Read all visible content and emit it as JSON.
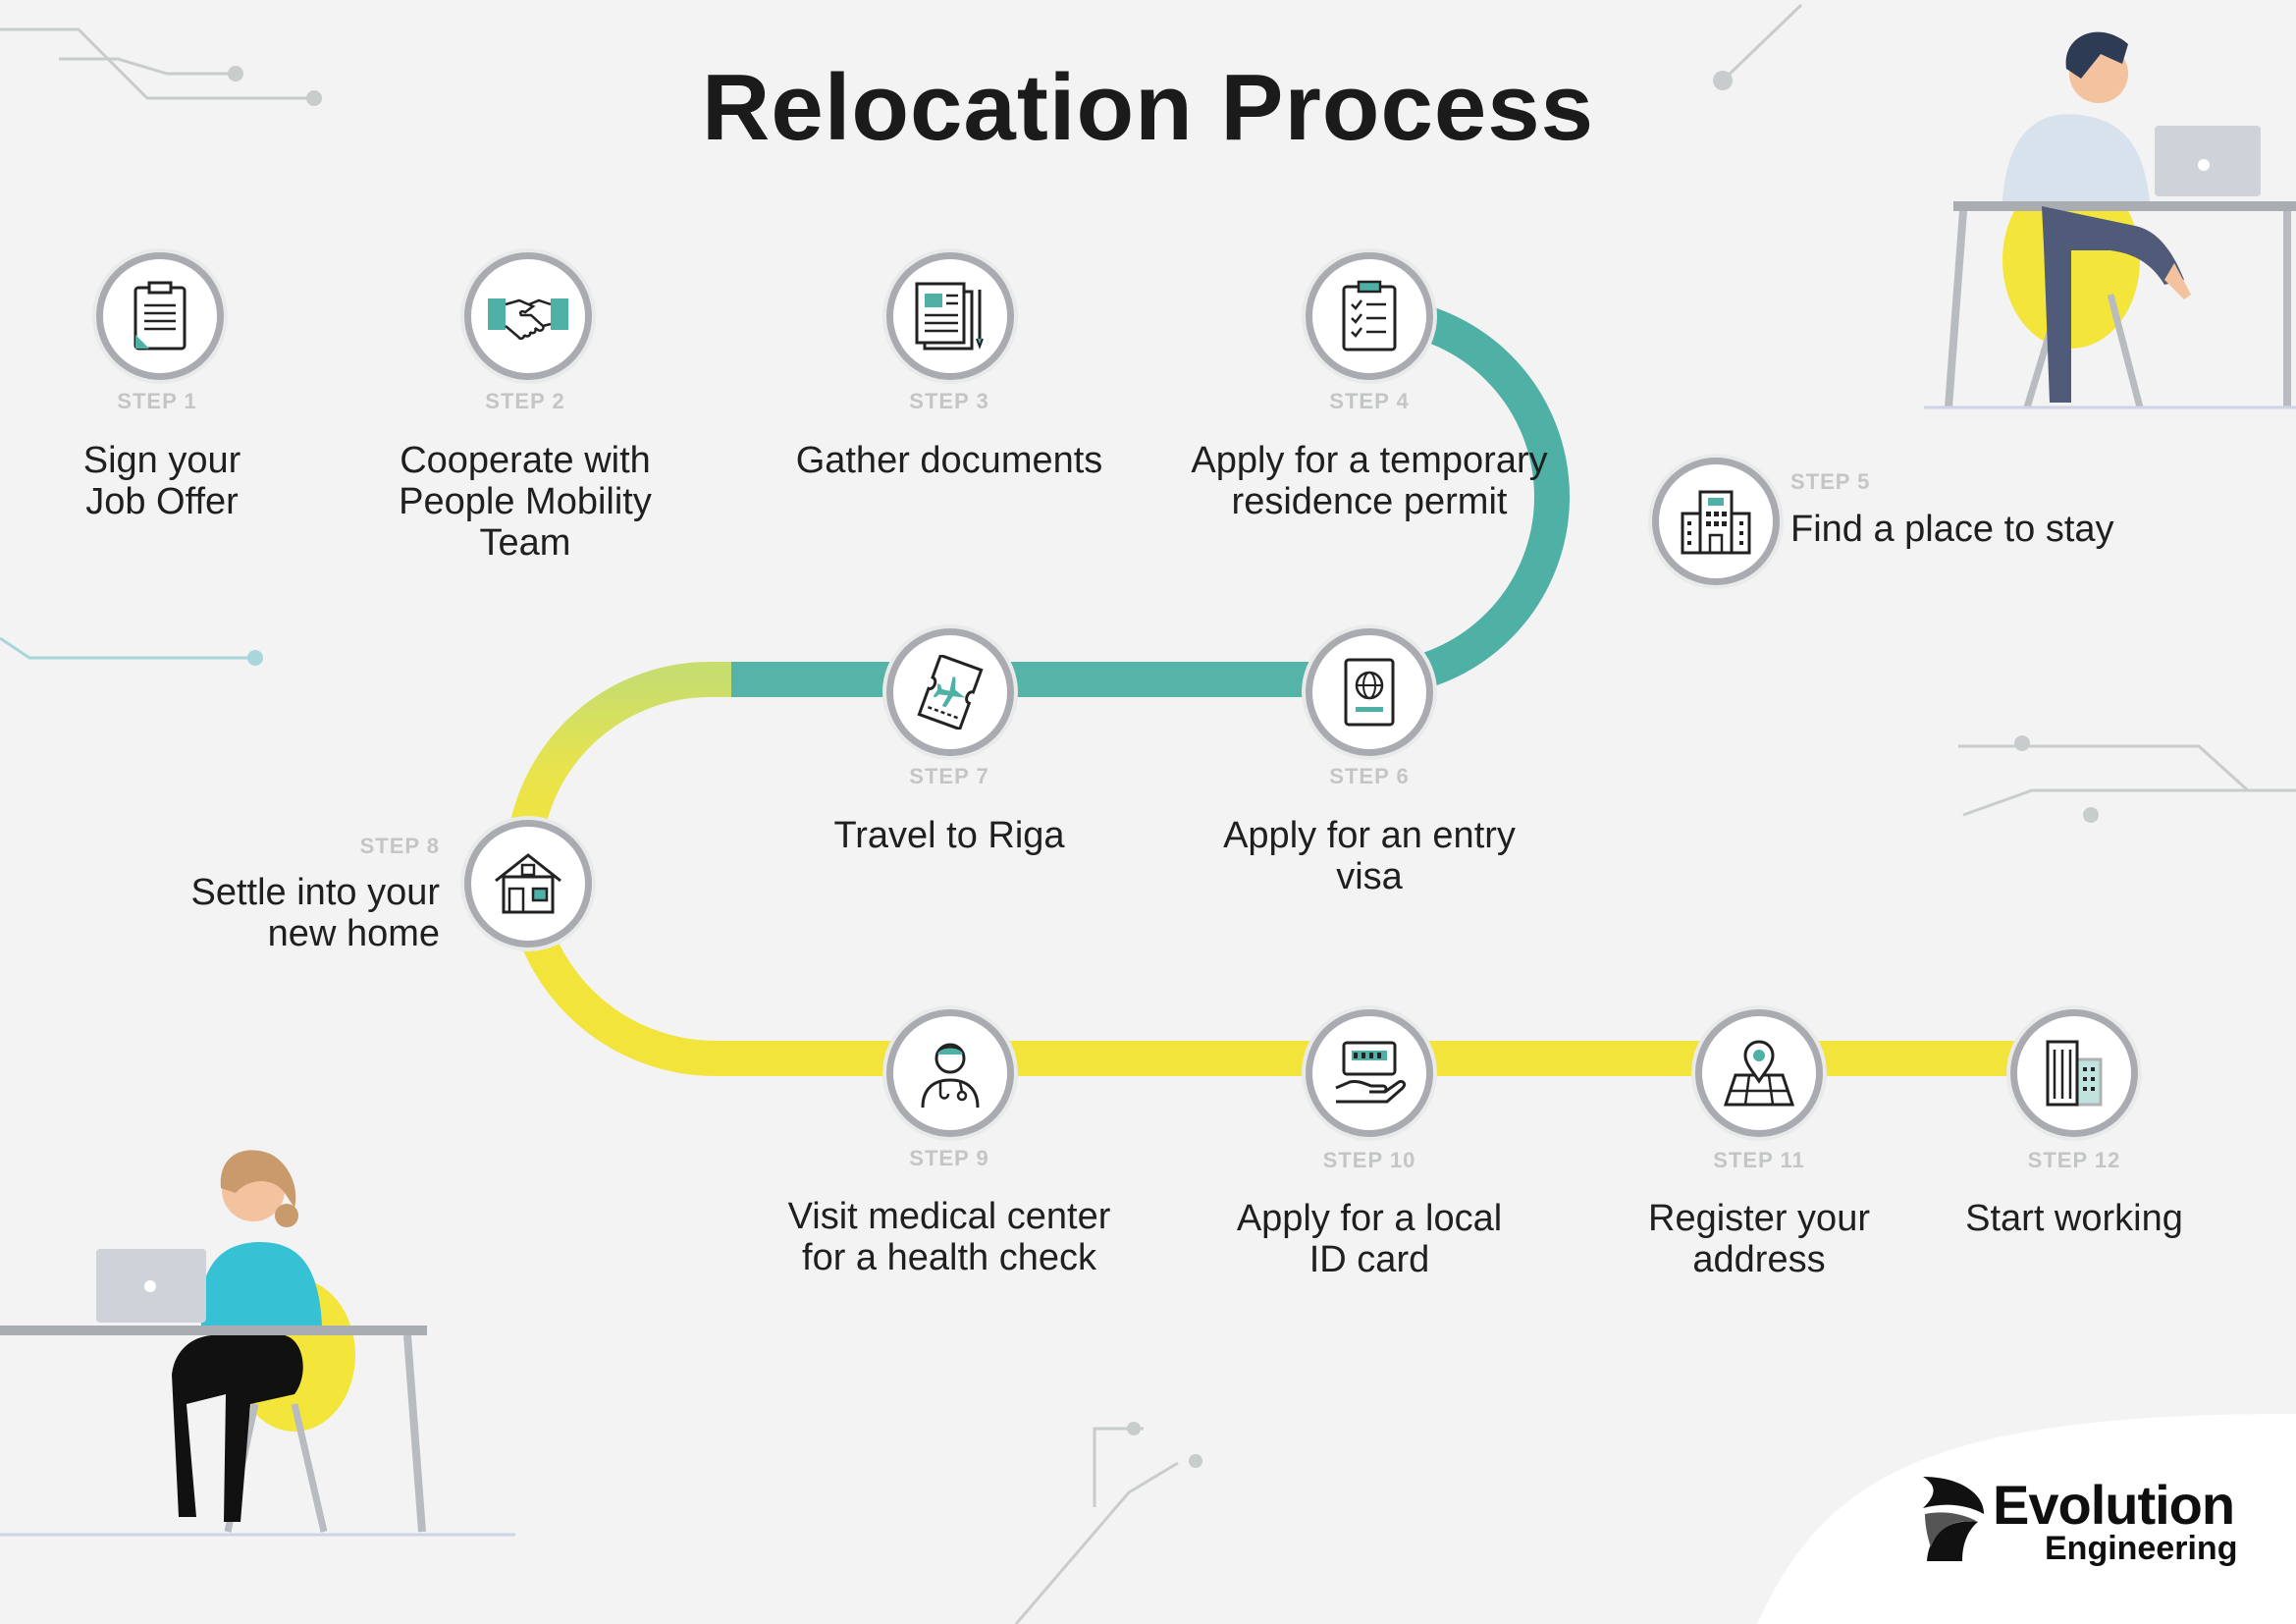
{
  "title": "Relocation Process",
  "colors": {
    "path_teal": "#4fb0a6",
    "path_light_teal": "#93d2d8",
    "path_yellow": "#f2e43a",
    "circle_border": "#a9abb0",
    "background": "#f2f3f2"
  },
  "steps": [
    {
      "label": "STEP 1",
      "text": "Sign your\nJob Offer",
      "icon": "clipboard-icon"
    },
    {
      "label": "STEP 2",
      "text": "Cooperate with\nPeople Mobility\nTeam",
      "icon": "handshake-icon"
    },
    {
      "label": "STEP 3",
      "text": "Gather documents",
      "icon": "documents-icon"
    },
    {
      "label": "STEP 4",
      "text": "Apply for a temporary\nresidence permit",
      "icon": "checklist-icon"
    },
    {
      "label": "STEP 5",
      "text": "Find a place to stay",
      "icon": "building-icon"
    },
    {
      "label": "STEP 6",
      "text": "Apply for an entry\nvisa",
      "icon": "passport-icon"
    },
    {
      "label": "STEP 7",
      "text": "Travel to Riga",
      "icon": "plane-ticket-icon"
    },
    {
      "label": "STEP 8",
      "text": "Settle into your\nnew home",
      "icon": "house-icon"
    },
    {
      "label": "STEP 9",
      "text": "Visit medical center\nfor a health check",
      "icon": "doctor-icon"
    },
    {
      "label": "STEP 10",
      "text": "Apply for a local\nID card",
      "icon": "id-card-hand-icon"
    },
    {
      "label": "STEP 11",
      "text": "Register your\naddress",
      "icon": "map-pin-icon"
    },
    {
      "label": "STEP 12",
      "text": "Start working",
      "icon": "office-building-icon"
    }
  ],
  "logo": {
    "name": "Evolution",
    "sub": "Engineering"
  }
}
